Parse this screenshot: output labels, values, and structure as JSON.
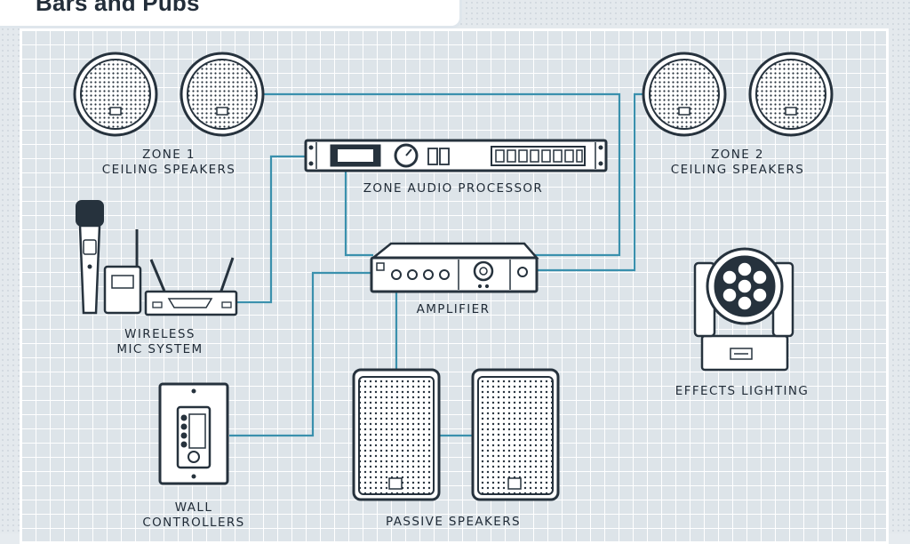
{
  "title": "Bars and Pubs",
  "colors": {
    "wire": "#3a90ad",
    "outline": "#26323d",
    "device_fill": "#ffffff",
    "panel_bg": "#dde4e9"
  },
  "components": {
    "zone1": {
      "line1": "ZONE 1",
      "line2": "CEILING SPEAKERS",
      "icon": "ceiling-speaker-icon"
    },
    "zone2": {
      "line1": "ZONE 2",
      "line2": "CEILING SPEAKERS",
      "icon": "ceiling-speaker-icon"
    },
    "processor": {
      "label": "ZONE AUDIO PROCESSOR",
      "icon": "audio-processor-icon"
    },
    "wireless_mic": {
      "line1": "WIRELESS",
      "line2": "MIC SYSTEM",
      "icon": "wireless-mic-icon"
    },
    "amplifier": {
      "label": "AMPLIFIER",
      "icon": "amplifier-icon"
    },
    "effects_lighting": {
      "label": "EFFECTS LIGHTING",
      "icon": "moving-head-light-icon"
    },
    "wall_controllers": {
      "line1": "WALL",
      "line2": "CONTROLLERS",
      "icon": "wall-controller-icon"
    },
    "passive_speakers": {
      "label": "PASSIVE SPEAKERS",
      "icon": "passive-speaker-icon"
    }
  }
}
